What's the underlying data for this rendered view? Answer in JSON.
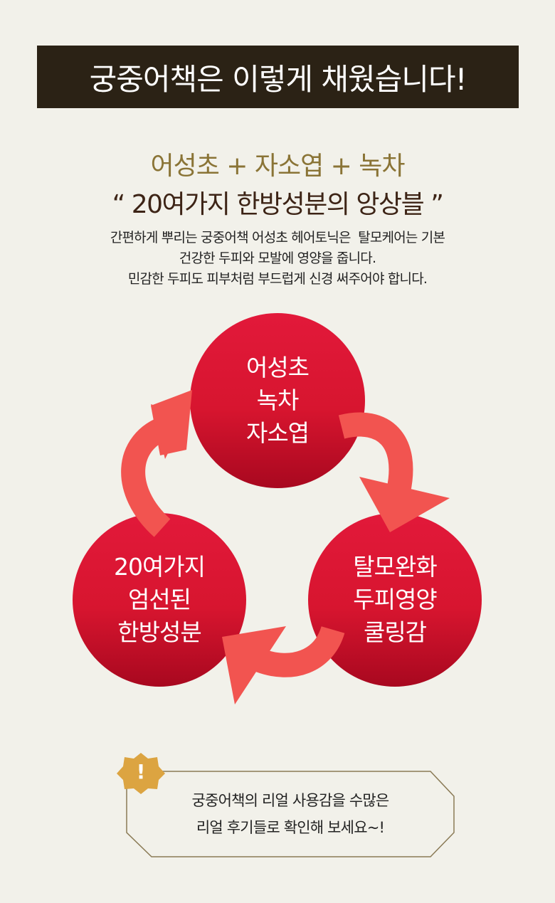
{
  "header": {
    "title": "궁중어책은 이렇게 채웠습니다!"
  },
  "ingredients_line": "어성초 + 자소엽 + 녹차",
  "tagline": "“ 20여가지 한방성분의 앙상블 ”",
  "description": [
    "간편하게 뿌리는 궁중어책 어성초 헤어토닉은  탈모케어는 기본",
    "건강한 두피와 모발에 영양을 줍니다.",
    "민감한 두피도 피부처럼 부드럽게 신경 써주어야 합니다."
  ],
  "cycle": {
    "top": [
      "어성초",
      "녹차",
      "자소엽"
    ],
    "right": [
      "탈모완화",
      "두피영양",
      "쿨링감"
    ],
    "left": [
      "20여가지",
      "엄선된",
      "한방성분"
    ]
  },
  "note": {
    "badge": "!",
    "lines": [
      "궁중어책의 리얼 사용감을 수많은",
      "리얼 후기들로 확인해 보세요~!"
    ]
  },
  "colors": {
    "title_bg": "#2b2215",
    "circle_top": "#e2193a",
    "circle_bottom": "#a8081f",
    "arrow": "#f25450",
    "gold": "#dca441",
    "border": "#8a7a55"
  }
}
